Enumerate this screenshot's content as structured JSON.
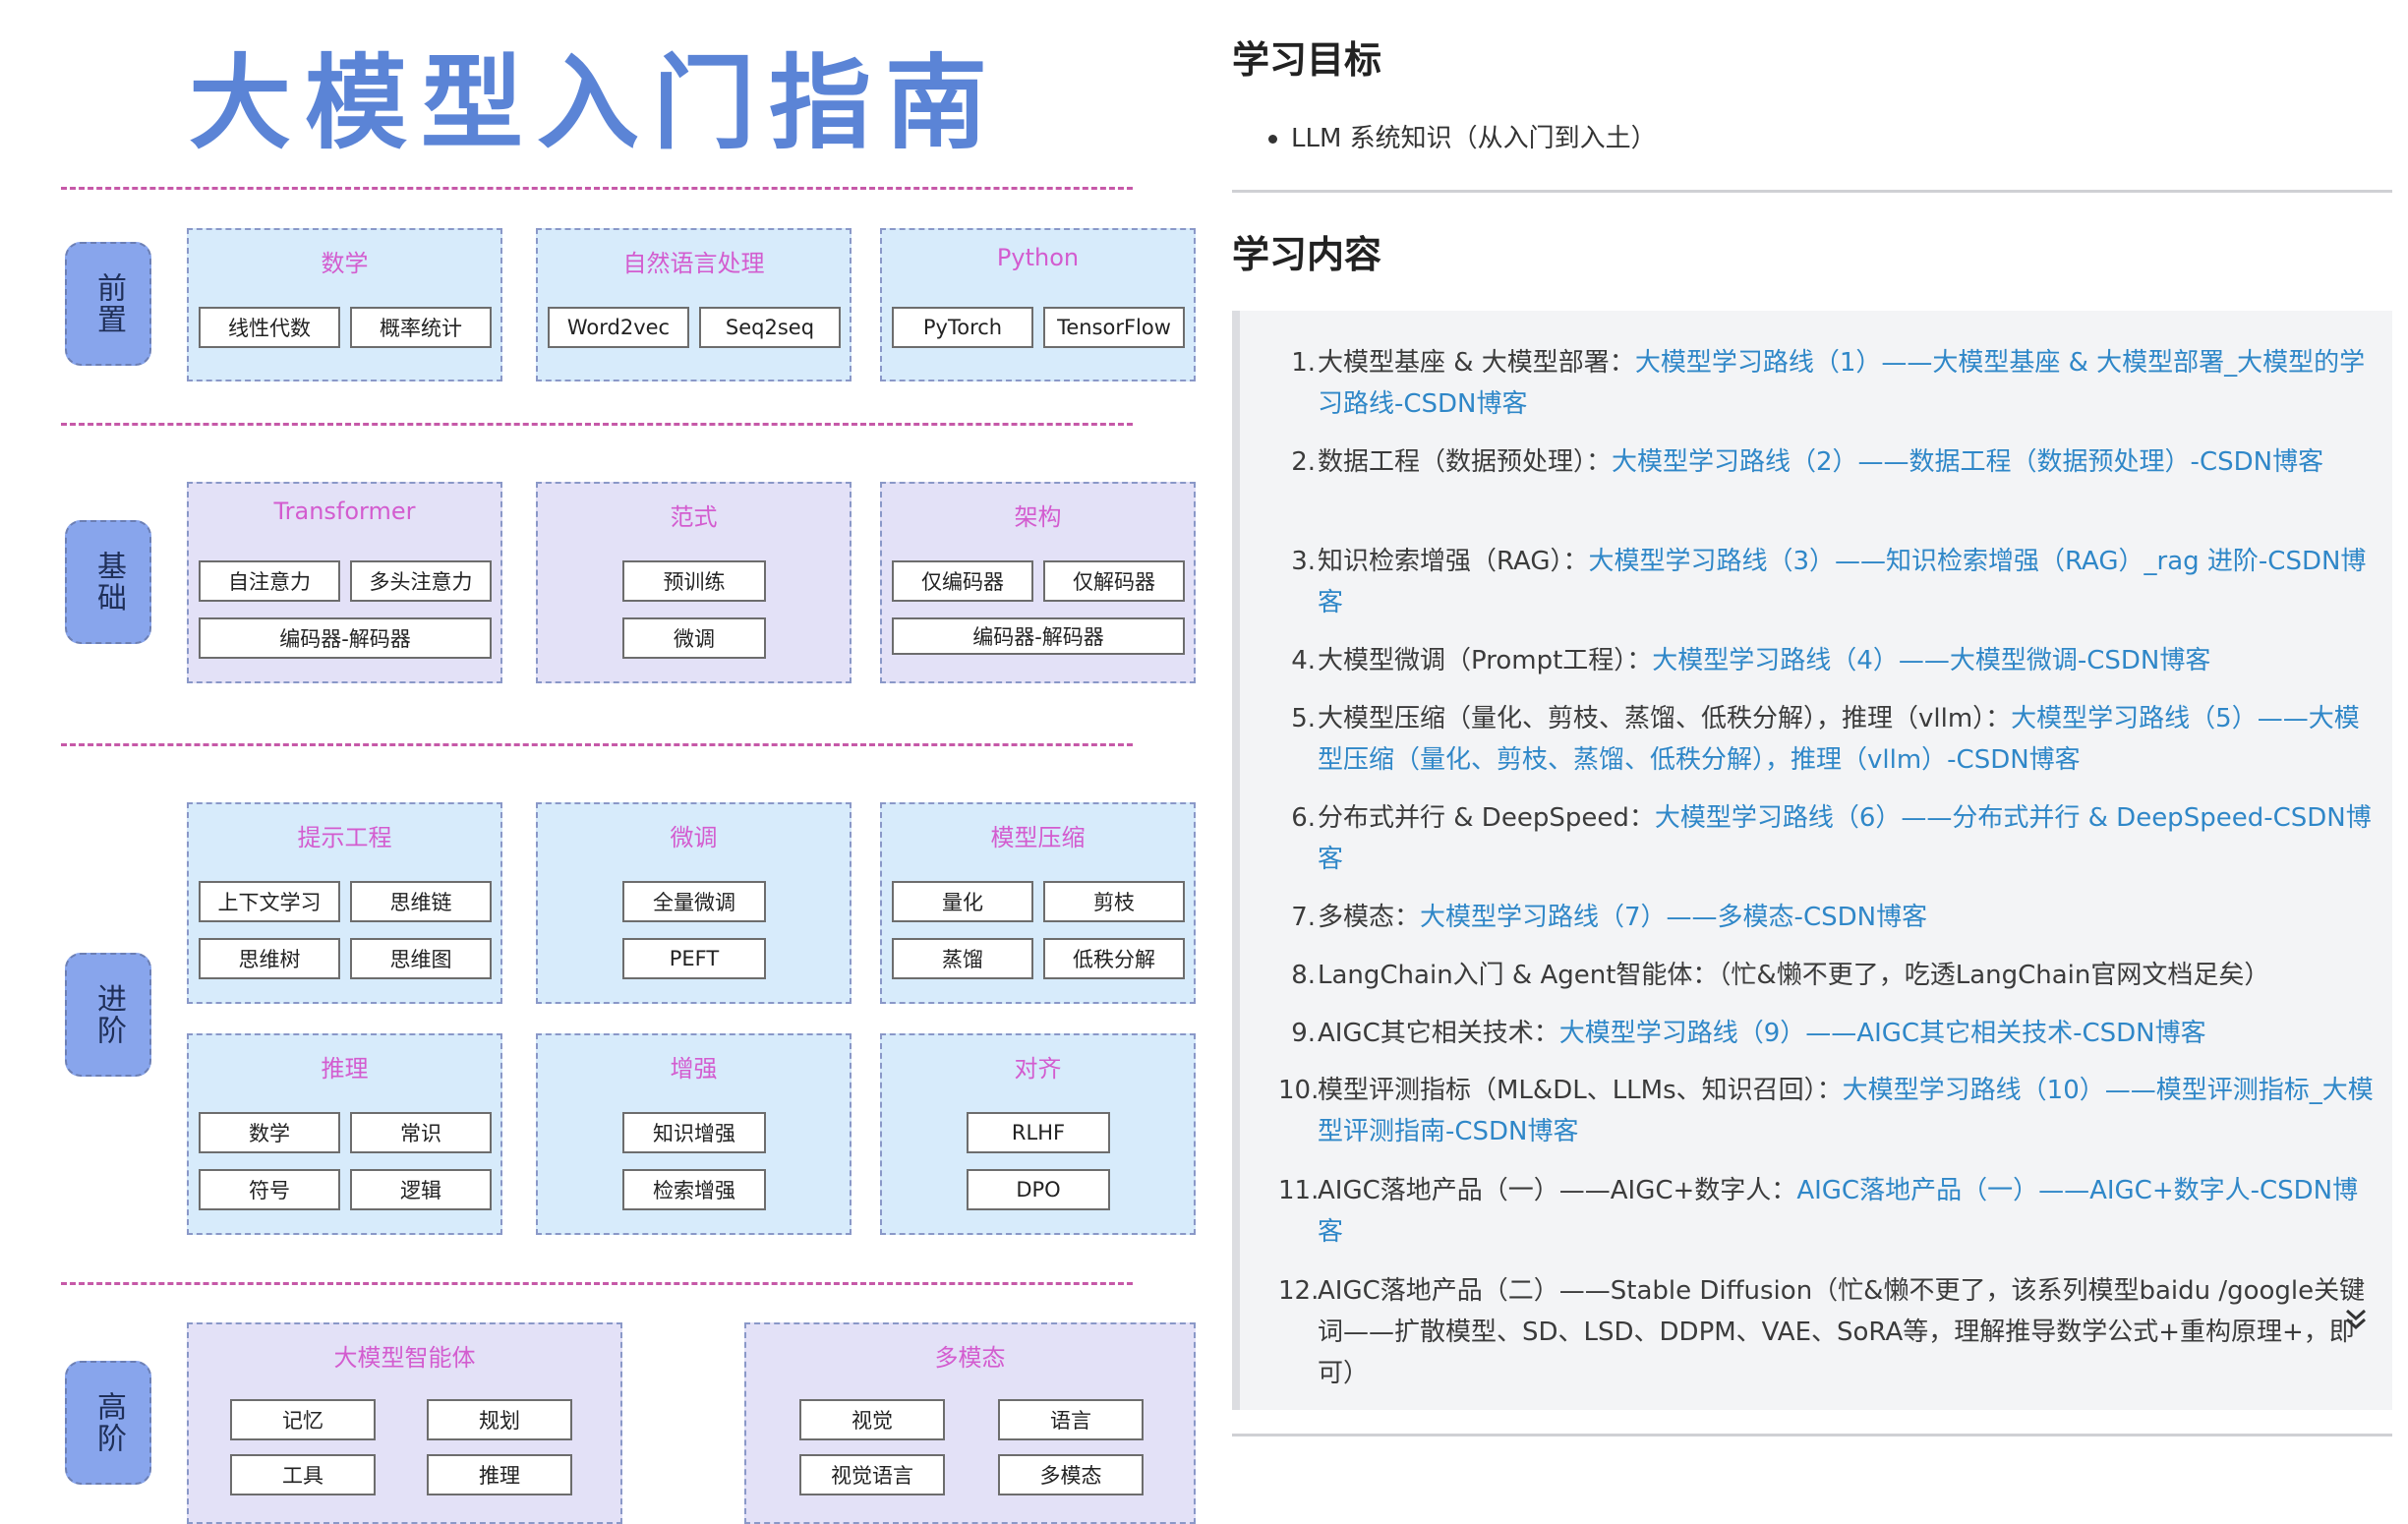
{
  "diagram": {
    "title": "大模型入门指南",
    "rows": [
      {
        "label": "前置",
        "groups": [
          {
            "title": "数学",
            "chips": [
              "线性代数",
              "概率统计"
            ]
          },
          {
            "title": "自然语言处理",
            "chips": [
              "Word2vec",
              "Seq2seq"
            ]
          },
          {
            "title": "Python",
            "chips": [
              "PyTorch",
              "TensorFlow"
            ]
          }
        ]
      },
      {
        "label": "基础",
        "groups": [
          {
            "title": "Transformer",
            "chips": [
              "自注意力",
              "多头注意力",
              "编码器-解码器"
            ]
          },
          {
            "title": "范式",
            "chips": [
              "预训练",
              "微调"
            ]
          },
          {
            "title": "架构",
            "chips": [
              "仅编码器",
              "仅解码器",
              "编码器-解码器"
            ]
          }
        ]
      },
      {
        "label": "进阶",
        "groups": [
          {
            "title": "提示工程",
            "chips": [
              "上下文学习",
              "思维链",
              "思维树",
              "思维图"
            ]
          },
          {
            "title": "微调",
            "chips": [
              "全量微调",
              "PEFT"
            ]
          },
          {
            "title": "模型压缩",
            "chips": [
              "量化",
              "剪枝",
              "蒸馏",
              "低秩分解"
            ]
          },
          {
            "title": "推理",
            "chips": [
              "数学",
              "常识",
              "符号",
              "逻辑"
            ]
          },
          {
            "title": "增强",
            "chips": [
              "知识增强",
              "检索增强"
            ]
          },
          {
            "title": "对齐",
            "chips": [
              "RLHF",
              "DPO"
            ]
          }
        ]
      },
      {
        "label": "高阶",
        "groups": [
          {
            "title": "大模型智能体",
            "chips": [
              "记忆",
              "规划",
              "工具",
              "推理"
            ]
          },
          {
            "title": "多模态",
            "chips": [
              "视觉",
              "语言",
              "视觉语言",
              "多模态"
            ]
          }
        ]
      }
    ]
  },
  "article": {
    "goal_heading": "学习目标",
    "goal_item": "LLM 系统知识（从入门到入土）",
    "content_heading": "学习内容",
    "items": [
      {
        "num": "1.",
        "text": "大模型基座 & 大模型部署：",
        "link": "大模型学习路线（1）——大模型基座 & 大模型部署_大模型的学习路线-CSDN博客"
      },
      {
        "num": "2.",
        "text": "数据工程（数据预处理）：",
        "link": "大模型学习路线（2）——数据工程（数据预处理）-CSDN博客"
      },
      {
        "num": "3.",
        "text": "知识检索增强（RAG）：",
        "link": "大模型学习路线（3）——知识检索增强（RAG）_rag 进阶-CSDN博客"
      },
      {
        "num": "4.",
        "text": "大模型微调（Prompt工程）：",
        "link": "大模型学习路线（4）——大模型微调-CSDN博客"
      },
      {
        "num": "5.",
        "text": "大模型压缩（量化、剪枝、蒸馏、低秩分解），推理（vllm）：",
        "link": "大模型学习路线（5）——大模型压缩（量化、剪枝、蒸馏、低秩分解），推理（vllm）-CSDN博客"
      },
      {
        "num": "6.",
        "text": "分布式并行 & DeepSpeed：",
        "link": "大模型学习路线（6）——分布式并行 & DeepSpeed-CSDN博客"
      },
      {
        "num": "7.",
        "text": "多模态：",
        "link": "大模型学习路线（7）——多模态-CSDN博客"
      },
      {
        "num": "8.",
        "text": "LangChain入门 & Agent智能体：（忙&懒不更了，吃透LangChain官网文档足矣）",
        "link": ""
      },
      {
        "num": "9.",
        "text": "AIGC其它相关技术：",
        "link": "大模型学习路线（9）——AIGC其它相关技术-CSDN博客"
      },
      {
        "num": "10.",
        "text": "模型评测指标（ML&DL、LLMs、知识召回）：",
        "link": "大模型学习路线（10）——模型评测指标_大模型评测指南-CSDN博客"
      },
      {
        "num": "11.",
        "text": "AIGC落地产品（一）——AIGC+数字人：",
        "link": "AIGC落地产品（一）——AIGC+数字人-CSDN博客"
      },
      {
        "num": "12.",
        "text": "AIGC落地产品（二）——Stable Diffusion（忙&懒不更了，该系列模型baidu /google关键词——扩散模型、SD、LSD、DDPM、VAE、SoRA等，理解推导数学公式+重构原理+，即可）",
        "link": ""
      }
    ],
    "expand_icon": "chevron-double-down-icon"
  },
  "colors": {
    "title": "#5b84d6",
    "divider": "#c659a8",
    "row_label_bg": "#88a5ec",
    "box_blue": "#d7ebfb",
    "box_purple": "#e3e1f7",
    "group_title": "#d35ccf",
    "link": "#2f87c8"
  }
}
